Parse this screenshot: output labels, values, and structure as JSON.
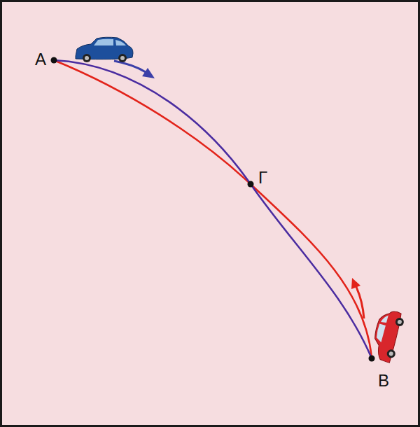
{
  "diagram": {
    "labels": [
      "Α",
      "Γ",
      "Β"
    ]
  }
}
